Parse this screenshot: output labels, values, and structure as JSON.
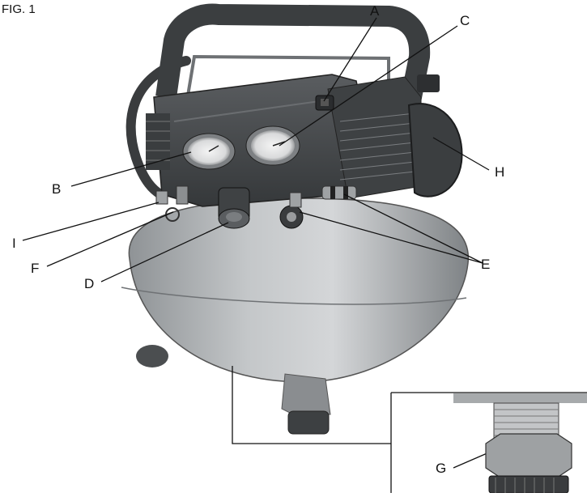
{
  "figure": {
    "title": "FIG. 1"
  },
  "callouts": {
    "A": "A",
    "B": "B",
    "C": "C",
    "D": "D",
    "E": "E",
    "F": "F",
    "G": "G",
    "H": "H",
    "I": "I"
  },
  "colors": {
    "tank": "#b9bcbe",
    "tank_dark": "#8e9194",
    "housing": "#4a4d50",
    "housing_dark": "#2f3133",
    "metal": "#c8cacc",
    "leader": "#111111"
  }
}
